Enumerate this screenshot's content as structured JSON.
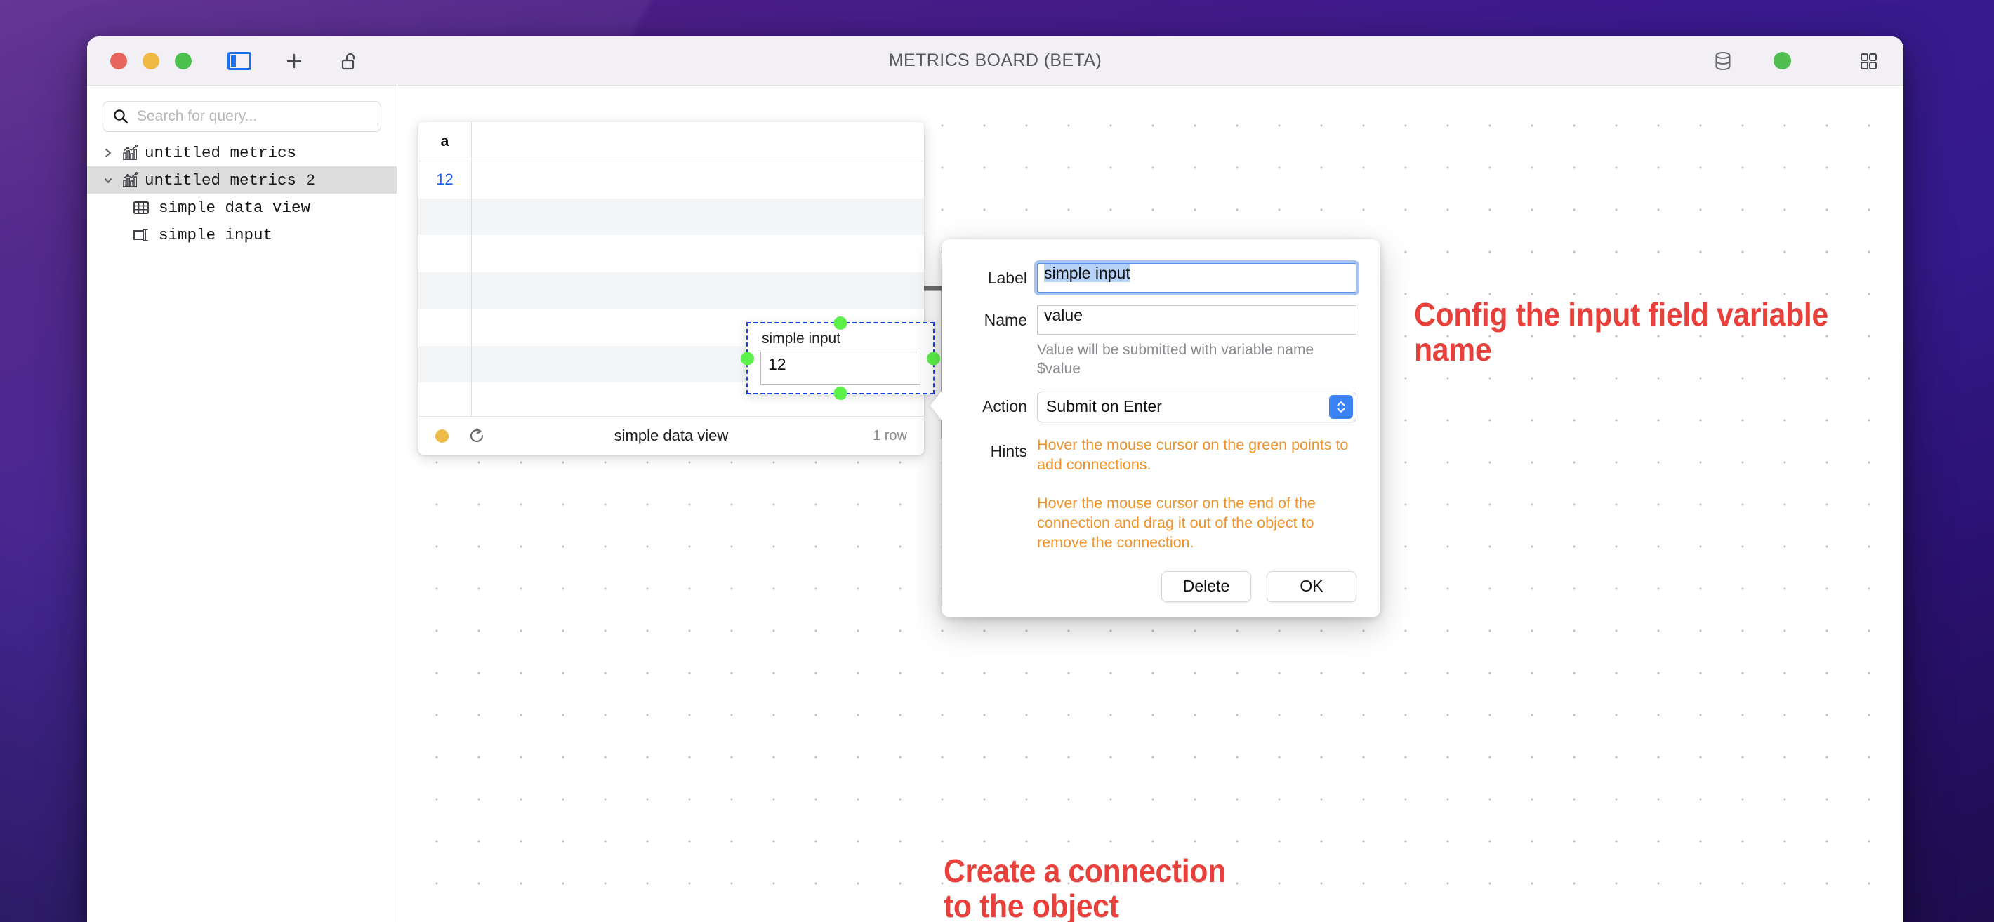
{
  "window": {
    "title": "METRICS BOARD (BETA)",
    "traffic_lights": [
      "close",
      "minimize",
      "zoom"
    ],
    "toolbar_left": [
      "sidebar-toggle-icon",
      "plus-icon",
      "unlock-icon"
    ],
    "toolbar_right": [
      "database-icon",
      "status-dot-green",
      "grid-apps-icon"
    ]
  },
  "sidebar": {
    "search": {
      "placeholder": "Search for query...",
      "value": ""
    },
    "items": [
      {
        "label": "untitled metrics",
        "icon": "metrics-chart-icon",
        "twisty": "›",
        "selected": false,
        "child": false
      },
      {
        "label": "untitled metrics 2",
        "icon": "metrics-chart-icon",
        "twisty": "⌄",
        "selected": true,
        "child": false
      },
      {
        "label": "simple data view",
        "icon": "table-icon",
        "twisty": "",
        "selected": false,
        "child": true
      },
      {
        "label": "simple input",
        "icon": "input-node-icon",
        "twisty": "",
        "selected": false,
        "child": true
      }
    ]
  },
  "data_view": {
    "columns": [
      "a"
    ],
    "rows": [
      [
        "12"
      ]
    ],
    "empty_row_count": 7,
    "footer": {
      "status": "pending",
      "status_color": "#f0bc48",
      "refresh_icon": "refresh-icon",
      "title": "simple data view",
      "row_count": "1 row"
    }
  },
  "input_node": {
    "title": "simple input",
    "value": "12",
    "selected": true,
    "handles": [
      "top",
      "right",
      "bottom",
      "left"
    ],
    "handle_color": "#5cf04a"
  },
  "dialog": {
    "fields": {
      "label": {
        "label": "Label",
        "value": "simple input",
        "focused": true,
        "selected_text": true
      },
      "name": {
        "label": "Name",
        "value": "value"
      }
    },
    "helper_text": "Value will be submitted with variable name $value",
    "action": {
      "label": "Action",
      "value": "Submit on Enter",
      "stepper_color": "#3b82f6"
    },
    "hints_label": "Hints",
    "hints": [
      "Hover the mouse cursor on the green points to add connections.",
      "Hover the mouse cursor on the end of the connection and drag it out of the object to remove the connection."
    ],
    "buttons": {
      "delete": "Delete",
      "ok": "OK"
    }
  },
  "annotations": [
    {
      "id": "config",
      "text": "Config the input field variable name",
      "color": "#e8413c"
    },
    {
      "id": "connect",
      "text": "Create a connection\nto the object",
      "color": "#e8413c"
    }
  ]
}
